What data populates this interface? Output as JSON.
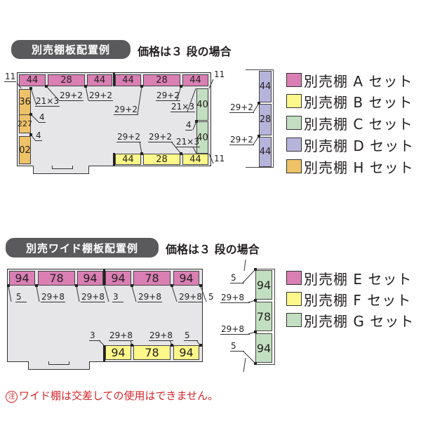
{
  "section1": {
    "title": "別売棚板配置例",
    "subtitle": "価格は３ 段の場合",
    "top_shelves": [
      "44",
      "28",
      "44",
      "44",
      "28",
      "44"
    ],
    "left_shelves": [
      "36",
      "227",
      "02"
    ],
    "right_shelves": [
      "40",
      "40"
    ],
    "bottom_shelves": [
      "44",
      "28",
      "44"
    ],
    "side_column": [
      "44",
      "28",
      "44"
    ],
    "labels": {
      "corner_tl": "11",
      "corner_tr": "11",
      "corner_br": "11",
      "gap_21x3_left": "21×3",
      "gap_29_2_a": "29+2",
      "gap_29_2_b": "29+2",
      "gap_29_2_c": "29+2",
      "gap_29_2_d": "29+2",
      "gap_21x3_right_top": "21×3",
      "gap_4_left_1": "4",
      "gap_4_left_2": "4",
      "gap_4_right": "4",
      "gap_29_2_bottom_1": "29+2",
      "gap_29_2_bottom_2": "29+2",
      "gap_21x3_right_bottom": "21×3",
      "side_29_2_1": "29+2",
      "side_29_2_2": "29+2"
    },
    "legend": [
      {
        "label": "別売棚 A セット",
        "color": "#d97fb4"
      },
      {
        "label": "別売棚 B セット",
        "color": "#fdf88a"
      },
      {
        "label": "別売棚 C セット",
        "color": "#c3dfc1"
      },
      {
        "label": "別売棚 D セット",
        "color": "#b7b4dc"
      },
      {
        "label": "別売棚 H セット",
        "color": "#edc268"
      }
    ]
  },
  "section2": {
    "title": "別売ワイド棚板配置例",
    "subtitle": "価格は３ 段の場合",
    "top_shelves": [
      "94",
      "78",
      "94",
      "94",
      "78",
      "94"
    ],
    "bottom_shelves": [
      "94",
      "78",
      "94"
    ],
    "side_column": [
      "94",
      "78",
      "94"
    ],
    "labels": {
      "top_5_left": "5",
      "top_29_8_a": "29+8",
      "top_29_8_b": "29+8",
      "top_3": "3",
      "top_29_8_c": "29+8",
      "top_29_8_d": "29+8",
      "top_5_right": "5",
      "bottom_3": "3",
      "bottom_29_8_a": "29+8",
      "bottom_29_8_b": "29+8",
      "bottom_5": "5",
      "side_5_top": "5",
      "side_29_8_1": "29+8",
      "side_29_8_2": "29+8",
      "side_5_bottom": "5"
    },
    "legend": [
      {
        "label": "別売棚 E セット",
        "color": "#d97fb4"
      },
      {
        "label": "別売棚 F セット",
        "color": "#fdf88a"
      },
      {
        "label": "別売棚 G セット",
        "color": "#c3dfc1"
      }
    ]
  },
  "note": {
    "mark": "注",
    "text": "ワイド棚は交差しての使用はできません。"
  }
}
